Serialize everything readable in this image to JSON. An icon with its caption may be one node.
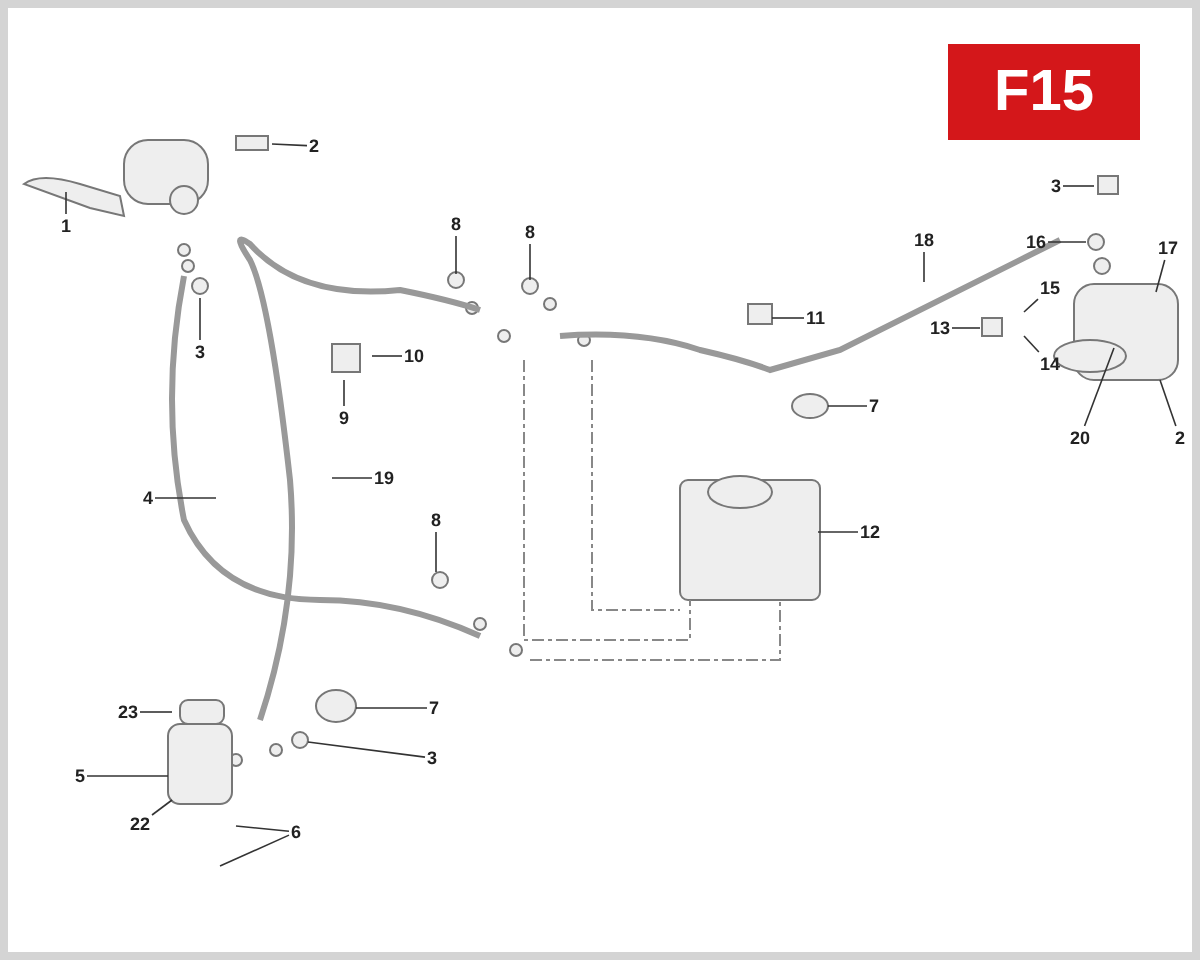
{
  "diagram": {
    "nodes": [
      {
        "text": [
          "1"
        ]
      },
      {
        "text": [
          "2"
        ]
      },
      {
        "text": [
          "3"
        ]
      },
      {
        "text": [
          "4"
        ]
      },
      {
        "text": [
          "19"
        ]
      },
      {
        "text": [
          "8"
        ]
      },
      {
        "text": [
          "8"
        ]
      },
      {
        "text": [
          "10"
        ]
      },
      {
        "text": [
          "9"
        ]
      },
      {
        "text": [
          "18"
        ]
      },
      {
        "text": [
          "11"
        ]
      },
      {
        "text": [
          "7"
        ]
      },
      {
        "text": [
          "3"
        ]
      },
      {
        "text": [
          "16"
        ]
      },
      {
        "text": [
          "17"
        ]
      },
      {
        "text": [
          "15"
        ]
      },
      {
        "text": [
          "13"
        ]
      },
      {
        "text": [
          "14"
        ]
      },
      {
        "text": [
          "20"
        ]
      },
      {
        "text": [
          "2"
        ]
      },
      {
        "text": [
          "12"
        ]
      },
      {
        "text": [
          "8"
        ]
      },
      {
        "text": [
          "7"
        ]
      },
      {
        "text": [
          "3"
        ]
      },
      {
        "text": [
          "23"
        ]
      },
      {
        "text": [
          "5"
        ]
      },
      {
        "text": [
          "22"
        ]
      },
      {
        "text": [
          "6"
        ]
      }
    ],
    "edges": [
      {
        "from": 0,
        "to": null,
        "arrow": "none"
      },
      {
        "from": 1,
        "to": null,
        "arrow": "none"
      },
      {
        "from": 2,
        "to": null,
        "arrow": "none"
      },
      {
        "from": 3,
        "to": null,
        "arrow": "none"
      },
      {
        "from": 4,
        "to": null,
        "arrow": "none"
      },
      {
        "from": 5,
        "to": null,
        "arrow": "none"
      },
      {
        "from": 6,
        "to": null,
        "arrow": "none"
      },
      {
        "from": 7,
        "to": null,
        "arrow": "none"
      },
      {
        "from": 8,
        "to": null,
        "arrow": "none"
      },
      {
        "from": 9,
        "to": null,
        "arrow": "none"
      },
      {
        "from": 10,
        "to": null,
        "arrow": "none"
      },
      {
        "from": 11,
        "to": null,
        "arrow": "none"
      },
      {
        "from": 12,
        "to": null,
        "arrow": "none"
      },
      {
        "from": 13,
        "to": null,
        "arrow": "none"
      },
      {
        "from": 14,
        "to": null,
        "arrow": "none"
      },
      {
        "from": 15,
        "to": null,
        "arrow": "none"
      },
      {
        "from": 16,
        "to": null,
        "arrow": "none"
      },
      {
        "from": 17,
        "to": null,
        "arrow": "none"
      },
      {
        "from": 18,
        "to": null,
        "arrow": "none"
      },
      {
        "from": 19,
        "to": null,
        "arrow": "none"
      },
      {
        "from": 20,
        "to": null,
        "arrow": "none"
      },
      {
        "from": 21,
        "to": null,
        "arrow": "none"
      },
      {
        "from": 22,
        "to": null,
        "arrow": "none"
      },
      {
        "from": 23,
        "to": null,
        "arrow": "none"
      },
      {
        "from": 24,
        "to": null,
        "arrow": "none"
      },
      {
        "from": 25,
        "to": null,
        "arrow": "none"
      },
      {
        "from": 26,
        "to": null,
        "arrow": "none"
      },
      {
        "from": 27,
        "to": null,
        "arrow": "none"
      },
      {
        "from": 27,
        "to": null,
        "arrow": "none"
      }
    ],
    "labels": [
      "F15"
    ]
  }
}
